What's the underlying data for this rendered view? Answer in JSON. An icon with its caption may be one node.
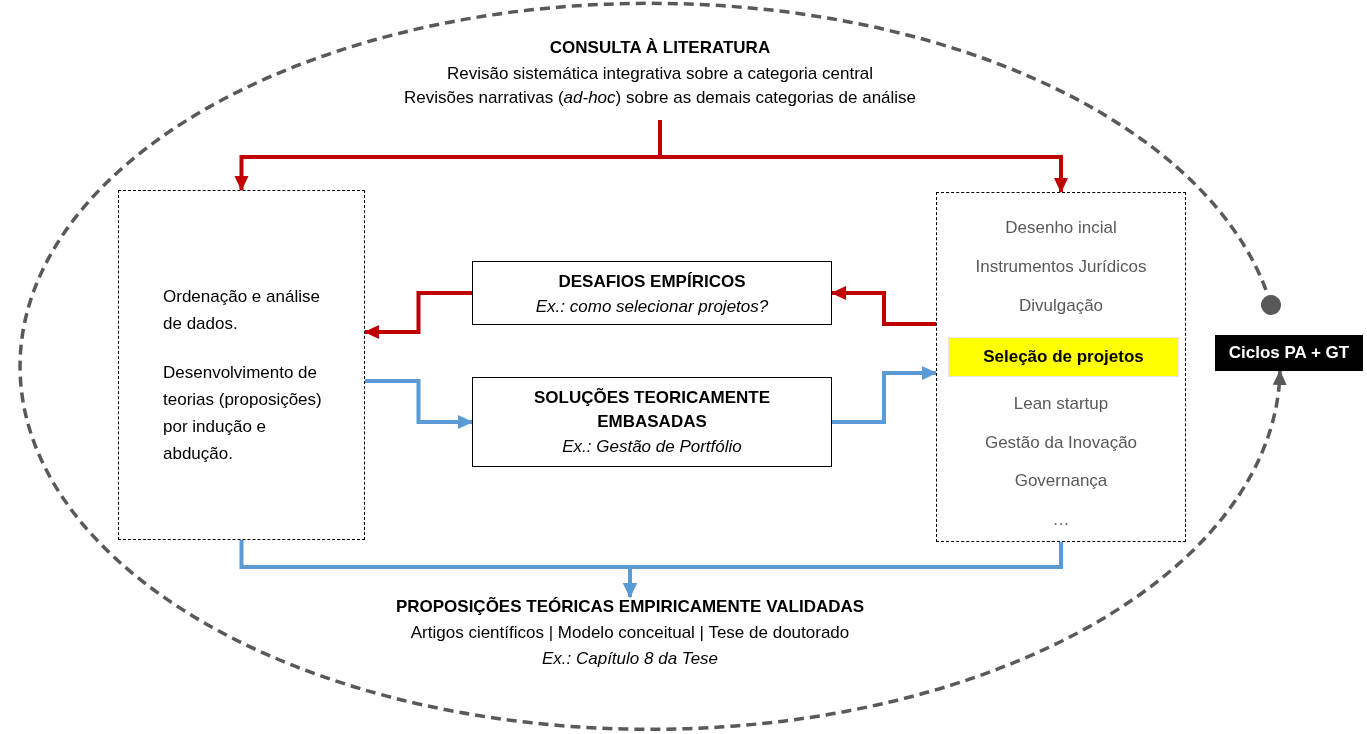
{
  "diagram": {
    "nodes": [
      {
        "text": [
          "CONSULTA À LITERATURA",
          "Revisão sistemática integrativa sobre a categoria central",
          "Revisões narrativas (*ad-hoc*) sobre as demais categorias de análise"
        ]
      },
      {
        "text": [
          "Ordenação e análise de dados.",
          "Desenvolvimento de teorias (proposições) por indução e abdução."
        ]
      },
      {
        "text": [
          "Desenho incial",
          "Instrumentos Jurídicos",
          "Divulgação",
          "Lean startup",
          "Gestão da Inovação",
          "Governança",
          "…"
        ]
      },
      {
        "text": [
          "Seleção de projetos"
        ],
        "in": 2
      },
      {
        "text": [
          "DESAFIOS EMPÍRICOS",
          "Ex.: como selecionar projetos?"
        ]
      },
      {
        "text": [
          "SOLUÇÕES TEORICAMENTE EMBASADAS",
          "Ex.: Gestão de Portfólio"
        ]
      },
      {
        "text": [
          "PROPOSIÇÕES TEÓRICAS EMPIRICAMENTE VALIDADAS",
          "Artigos científicos | Modelo conceitual | Tese de doutorado",
          "Ex.: Capítulo 8 da Tese"
        ]
      },
      {
        "text": [
          "Ciclos PA + GT"
        ]
      }
    ],
    "edges": [
      {
        "from": 0,
        "to": 1,
        "arrow": "to",
        "color": "#c00000"
      },
      {
        "from": 0,
        "to": 2,
        "arrow": "to",
        "color": "#c00000"
      },
      {
        "from": 2,
        "to": 4,
        "arrow": "to",
        "color": "#c00000"
      },
      {
        "from": 4,
        "to": 1,
        "arrow": "to",
        "color": "#c00000"
      },
      {
        "from": 1,
        "to": 5,
        "arrow": "to",
        "color": "#5b9bd5"
      },
      {
        "from": 5,
        "to": 2,
        "arrow": "to",
        "color": "#5b9bd5"
      },
      {
        "from": 1,
        "to": 6,
        "arrow": "to",
        "color": "#5b9bd5"
      },
      {
        "from": 2,
        "to": 6,
        "arrow": "to",
        "color": "#5b9bd5"
      },
      {
        "from": null,
        "to": 7,
        "arrow": "to",
        "style": "dashed",
        "color": "#595959"
      }
    ]
  }
}
